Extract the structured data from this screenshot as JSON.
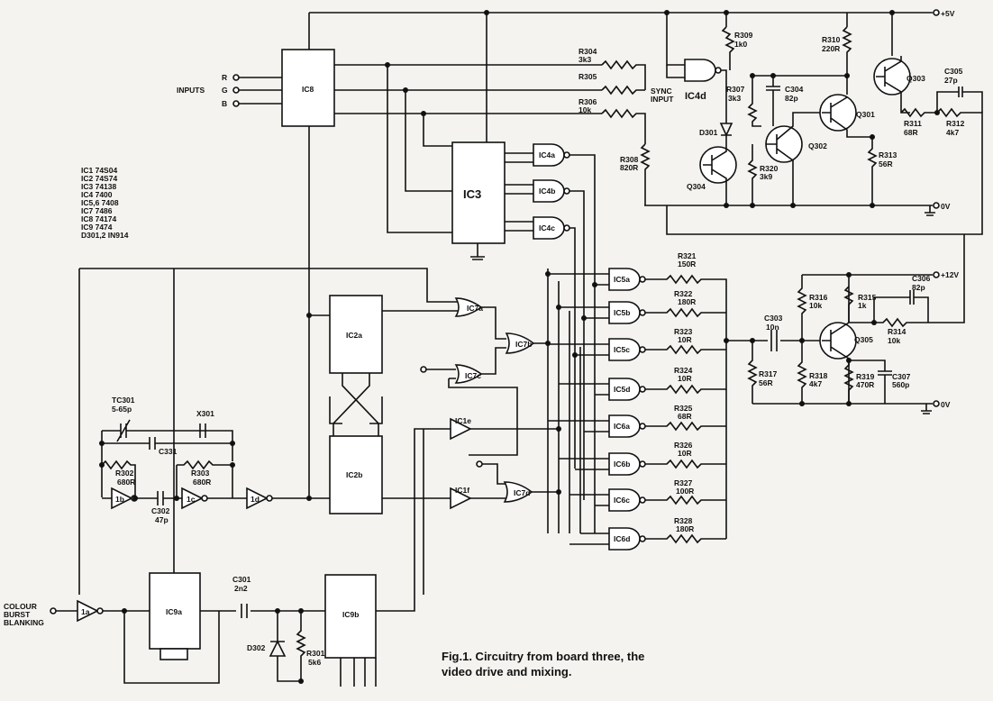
{
  "labels": {
    "ic8": "IC8",
    "ic3": "IC3",
    "ic4a": "IC4a",
    "ic4b": "IC4b",
    "ic4c": "IC4c",
    "ic4d": "IC4d",
    "ic5a": "IC5a",
    "ic5b": "IC5b",
    "ic5c": "IC5c",
    "ic5d": "IC5d",
    "ic6a": "IC6a",
    "ic6b": "IC6b",
    "ic6c": "IC6c",
    "ic6d": "IC6d",
    "ic2a": "IC2a",
    "ic2b": "IC2b",
    "ic7a": "IC7a",
    "ic7b": "IC7b",
    "ic7c": "IC7c",
    "ic7d": "IC7d",
    "ic1a": "1a",
    "ic1b": "1b",
    "ic1c": "1c",
    "ic1d": "1d",
    "ic1e": "IC1e",
    "ic1f": "IC1f",
    "ic9a": "IC9a",
    "ic9b": "IC9b",
    "sync1": "SYNC",
    "sync2": "INPUT"
  },
  "inputs": {
    "title": "INPUTS",
    "r": "R",
    "g": "G",
    "b": "B"
  },
  "rails": {
    "v5": "+5V",
    "v12": "+12V",
    "gnd1": "0V",
    "gnd2": "0V"
  },
  "resistors": {
    "r301": {
      "name": "R301",
      "value": "5k6"
    },
    "r302": {
      "name": "R302",
      "value": "680R"
    },
    "r303": {
      "name": "R303",
      "value": "680R"
    },
    "r304": {
      "name": "R304",
      "value": "3k3"
    },
    "r305": {
      "name": "R305",
      "value": ""
    },
    "r306": {
      "name": "R306",
      "value": "10k"
    },
    "r307": {
      "name": "R307",
      "value": "3k3"
    },
    "r308": {
      "name": "R308",
      "value": "820R"
    },
    "r309": {
      "name": "R309",
      "value": "1k0"
    },
    "r310": {
      "name": "R310",
      "value": "220R"
    },
    "r311": {
      "name": "R311",
      "value": "68R"
    },
    "r312": {
      "name": "R312",
      "value": "4k7"
    },
    "r313": {
      "name": "R313",
      "value": "56R"
    },
    "r314": {
      "name": "R314",
      "value": "10k"
    },
    "r315": {
      "name": "R315",
      "value": "1k"
    },
    "r316": {
      "name": "R316",
      "value": "10k"
    },
    "r317": {
      "name": "R317",
      "value": "56R"
    },
    "r318": {
      "name": "R318",
      "value": "4k7"
    },
    "r319": {
      "name": "R319",
      "value": "470R"
    },
    "r320": {
      "name": "R320",
      "value": "3k9"
    },
    "r321": {
      "name": "R321",
      "value": "150R"
    },
    "r322": {
      "name": "R322",
      "value": "180R"
    },
    "r323": {
      "name": "R323",
      "value": "10R"
    },
    "r324": {
      "name": "R324",
      "value": "10R"
    },
    "r325": {
      "name": "R325",
      "value": "68R"
    },
    "r326": {
      "name": "R326",
      "value": "10R"
    },
    "r327": {
      "name": "R327",
      "value": "100R"
    },
    "r328": {
      "name": "R328",
      "value": "180R"
    }
  },
  "caps": {
    "c301": {
      "name": "C301",
      "value": "2n2"
    },
    "c302": {
      "name": "C302",
      "value": "47p"
    },
    "c303": {
      "name": "C303",
      "value": "10n"
    },
    "c304": {
      "name": "C304",
      "value": "82p"
    },
    "c305": {
      "name": "C305",
      "value": "27p"
    },
    "c306": {
      "name": "C306",
      "value": "82p"
    },
    "c307": {
      "name": "C307",
      "value": "560p"
    },
    "tc301": {
      "name": "TC301",
      "value": "5-65p"
    },
    "c331": "C331",
    "x301": "X301"
  },
  "transistors": {
    "q301": "Q301",
    "q302": "Q302",
    "q303": "Q303",
    "q304": "Q304",
    "q305": "Q305"
  },
  "diodes": {
    "d301": "D301",
    "d302": "D302"
  },
  "blanking": {
    "l1": "COLOUR",
    "l2": "BURST",
    "l3": "BLANKING"
  },
  "parts": [
    "IC1  74S04",
    "IC2  74S74",
    "IC3  74138",
    "IC4  7400",
    "IC5,6  7408",
    "IC7  7486",
    "IC8  74174",
    "IC9  7474",
    "D301,2  IN914"
  ],
  "caption": {
    "line1": "Fig.1.  Circuitry from board three, the",
    "line2": "video drive and mixing."
  }
}
